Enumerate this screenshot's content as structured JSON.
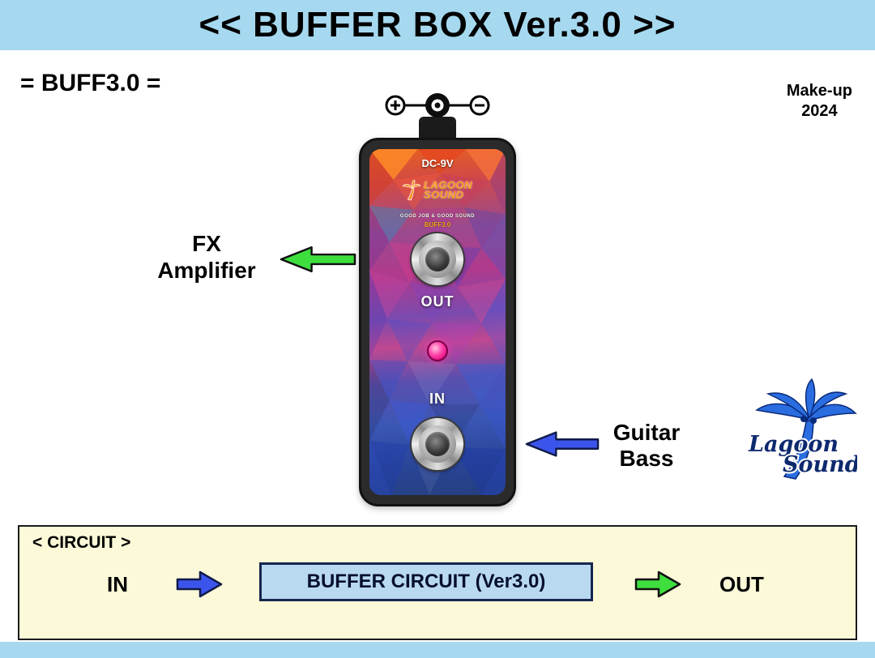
{
  "header": {
    "title": "<< BUFFER BOX Ver.3.0 >>"
  },
  "meta": {
    "model": "= BUFF3.0 =",
    "makeup_line1": "Make-up",
    "makeup_line2": "2024"
  },
  "pedal": {
    "dc_label": "DC-9V",
    "brand": {
      "name_line1": "LAGOON",
      "name_line2": "SOUND",
      "tagline": "GOOD JOB & GOOD SOUND",
      "version": "BUFF3.0"
    },
    "out_label": "OUT",
    "in_label": "IN"
  },
  "annotations": {
    "fx": {
      "line1": "FX",
      "line2": "Amplifier"
    },
    "source": {
      "line1": "Guitar",
      "line2": "Bass"
    }
  },
  "brand_logo": {
    "line1": "Lagoon",
    "line2": "Sound"
  },
  "circuit_panel": {
    "title": "< CIRCUIT >",
    "in_label": "IN",
    "block_label": "BUFFER CIRCUIT (Ver3.0)",
    "out_label": "OUT"
  },
  "colors": {
    "header_bg": "#a6d9ef",
    "panel_bg": "#fbf9d8",
    "arrow_green": "#3ede3e",
    "arrow_blue": "#3b55ec",
    "led_pink": "#e80f86",
    "circuit_box_bg": "#b9d9f1",
    "pedal_body": "#2b2b2b"
  }
}
